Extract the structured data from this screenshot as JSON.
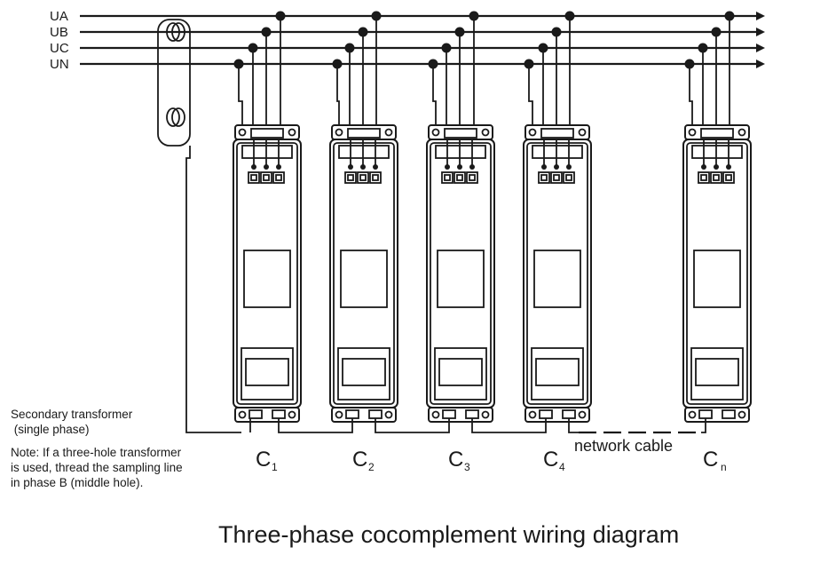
{
  "bus": {
    "labels": [
      "UA",
      "UB",
      "UC",
      "UN"
    ]
  },
  "units": [
    {
      "letter": "C",
      "sub": "1"
    },
    {
      "letter": "C",
      "sub": "2"
    },
    {
      "letter": "C",
      "sub": "3"
    },
    {
      "letter": "C",
      "sub": "4"
    },
    {
      "letter": "C",
      "sub": "n"
    }
  ],
  "network_cable_label": "network cable",
  "transformer_note": {
    "title_line1": "Secondary transformer",
    "title_line2": " (single phase)",
    "note_line1": "Note: If a three-hole transformer",
    "note_line2": "is used, thread the sampling line",
    "note_line3": "in phase B (middle hole)."
  },
  "caption": "Three-phase cocomplement wiring diagram",
  "colors": {
    "ink": "#1a1a1a",
    "background": "#ffffff"
  }
}
